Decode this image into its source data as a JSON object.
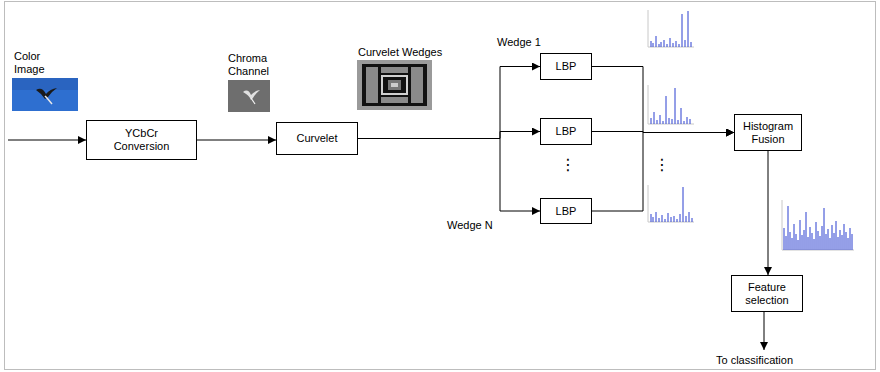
{
  "diagram": {
    "nodes": [
      {
        "text": [
          "YCbCr Conversion"
        ]
      },
      {
        "text": [
          "Curvelet"
        ]
      },
      {
        "text": [
          "LBP"
        ]
      },
      {
        "text": [
          "LBP"
        ]
      },
      {
        "text": [
          "LBP"
        ]
      },
      {
        "text": [
          "Histogram Fusion"
        ]
      },
      {
        "text": [
          "Feature selection"
        ]
      }
    ],
    "edges": [
      {
        "from": 0,
        "to": 1,
        "arrow": "to"
      },
      {
        "from": 1,
        "to": 2,
        "arrow": "to"
      },
      {
        "from": 1,
        "to": 3,
        "arrow": "to"
      },
      {
        "from": 1,
        "to": 4,
        "arrow": "to"
      },
      {
        "from": 2,
        "to": 5,
        "arrow": "to"
      },
      {
        "from": 3,
        "to": 5,
        "arrow": "to"
      },
      {
        "from": 4,
        "to": 5,
        "arrow": "to"
      },
      {
        "from": 5,
        "to": 6,
        "arrow": "to"
      }
    ],
    "labels": [
      "Color Image",
      "Chroma Channel",
      "Curvelet Wedges",
      "Wedge 1",
      "Wedge N",
      "⋮",
      "⋮",
      "To classification"
    ]
  }
}
